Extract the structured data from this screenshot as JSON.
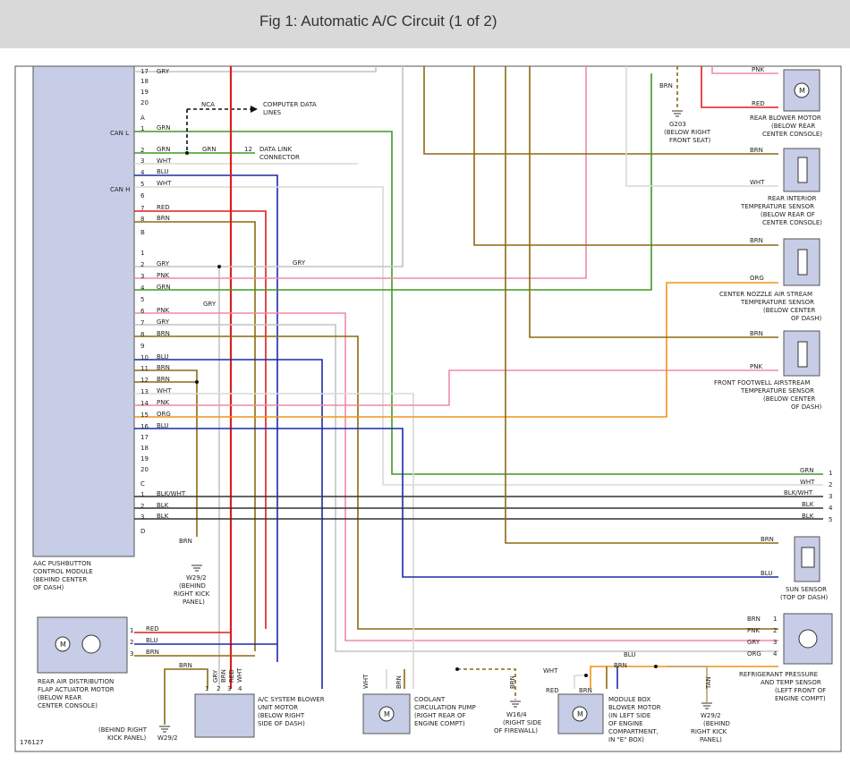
{
  "title": "Fig 1: Automatic A/C Circuit (1 of 2)",
  "figure_id": "176127",
  "colors": {
    "GRY": "#c4c4c4",
    "GRN": "#3f9a25",
    "WHT": "#d9d9d9",
    "BLU": "#1a2aa8",
    "RED": "#dd1e1e",
    "BRN": "#8b6a10",
    "PNK": "#f08aa6",
    "ORG": "#f29418",
    "BLK": "#333333",
    "TAN": "#c4a064"
  },
  "modules": {
    "control_module": {
      "label": [
        "AAC PUSHBUTTON",
        "CONTROL MODULE",
        "(BEHIND CENTER",
        "OF DASH)"
      ],
      "can_l": "CAN L",
      "can_h": "CAN H"
    },
    "rear_blower": [
      "REAR BLOWER MOTOR",
      "(BELOW REAR",
      "CENTER CONSOLE)"
    ],
    "rear_interior_sensor": [
      "REAR INTERIOR",
      "TEMPERATURE SENSOR",
      "(BELOW REAR OF",
      "CENTER CONSOLE)"
    ],
    "center_nozzle_sensor": [
      "CENTER NOZZLE AIR STREAM",
      "TEMPERATURE SENSOR",
      "(BELOW CENTER",
      "OF DASH)"
    ],
    "front_footwell_sensor": [
      "FRONT FOOTWELL AIRSTREAM",
      "TEMPERATURE SENSOR",
      "(BELOW CENTER",
      "OF DASH)"
    ],
    "sun_sensor": [
      "SUN SENSOR",
      "(TOP OF DASH)"
    ],
    "refrigerant_sensor": [
      "REFRIGERANT PRESSURE",
      "AND TEMP SENSOR",
      "(LEFT FRONT OF",
      "ENGINE COMPT)"
    ],
    "rear_flap_motor": [
      "REAR AIR DISTRIBUTION",
      "FLAP ACTUATOR MOTOR",
      "(BELOW REAR",
      "CENTER CONSOLE)"
    ],
    "blower_unit": [
      "A/C SYSTEM BLOWER",
      "UNIT MOTOR",
      "(BELOW RIGHT",
      "SIDE OF DASH)"
    ],
    "coolant_pump": [
      "COOLANT",
      "CIRCULATION PUMP",
      "(RIGHT REAR OF",
      "ENGINE COMPT)"
    ],
    "module_box_blower": [
      "MODULE BOX",
      "BLOWER MOTOR",
      "(IN LEFT SIDE",
      "OF ENGINE",
      "COMPARTMENT,",
      "IN \"E\" BOX)"
    ],
    "computer_lines": [
      "COMPUTER DATA",
      "LINES"
    ],
    "nca": "NCA",
    "data_link": [
      "DATA LINK",
      "CONNECTOR"
    ],
    "data_link_pin": "12"
  },
  "grounds": {
    "g203": [
      "G203",
      "(BELOW RIGHT",
      "FRONT SEAT)"
    ],
    "w29_module": [
      "W29/2",
      "(BEHIND",
      "RIGHT KICK",
      "PANEL)"
    ],
    "w29_flap": [
      "(BEHIND RIGHT",
      "KICK PANEL)",
      "W29/2"
    ],
    "w16": [
      "W16/4",
      "(RIGHT SIDE",
      "OF FIREWALL)"
    ],
    "w29_tan": [
      "W29/2",
      "(BEHIND",
      "RIGHT KICK",
      "PANEL)"
    ]
  },
  "connectors": {
    "A": "A",
    "B": "B",
    "C": "C",
    "D": "D"
  },
  "pins_top": [
    {
      "pin": "17",
      "wire": "GRY"
    },
    {
      "pin": "18",
      "wire": ""
    },
    {
      "pin": "19",
      "wire": ""
    },
    {
      "pin": "20",
      "wire": ""
    }
  ],
  "pins_a": [
    {
      "pin": "1",
      "wire": "GRN"
    },
    {
      "pin": "2",
      "wire": "GRN"
    },
    {
      "pin": "3",
      "wire": "WHT"
    },
    {
      "pin": "4",
      "wire": "BLU"
    },
    {
      "pin": "5",
      "wire": "WHT"
    },
    {
      "pin": "6",
      "wire": ""
    },
    {
      "pin": "7",
      "wire": "RED"
    },
    {
      "pin": "8",
      "wire": "BRN"
    }
  ],
  "pins_b": [
    {
      "pin": "1",
      "wire": ""
    },
    {
      "pin": "2",
      "wire": "GRY"
    },
    {
      "pin": "3",
      "wire": "PNK"
    },
    {
      "pin": "4",
      "wire": "GRN"
    },
    {
      "pin": "5",
      "wire": ""
    },
    {
      "pin": "6",
      "wire": "PNK"
    },
    {
      "pin": "7",
      "wire": "GRY"
    },
    {
      "pin": "8",
      "wire": "BRN"
    },
    {
      "pin": "9",
      "wire": ""
    },
    {
      "pin": "10",
      "wire": "BLU"
    },
    {
      "pin": "11",
      "wire": "BRN"
    },
    {
      "pin": "12",
      "wire": "BRN"
    },
    {
      "pin": "13",
      "wire": "WHT"
    },
    {
      "pin": "14",
      "wire": "PNK"
    },
    {
      "pin": "15",
      "wire": "ORG"
    },
    {
      "pin": "16",
      "wire": "BLU"
    },
    {
      "pin": "17",
      "wire": ""
    },
    {
      "pin": "18",
      "wire": ""
    },
    {
      "pin": "19",
      "wire": ""
    },
    {
      "pin": "20",
      "wire": ""
    }
  ],
  "pins_c": [
    {
      "pin": "1",
      "wire": "BLK/WHT"
    },
    {
      "pin": "2",
      "wire": "BLK"
    },
    {
      "pin": "3",
      "wire": "BLK"
    }
  ],
  "right_bus": [
    {
      "pin": "1",
      "wire": "GRN"
    },
    {
      "pin": "2",
      "wire": "WHT"
    },
    {
      "pin": "3",
      "wire": "BLK/WHT"
    },
    {
      "pin": "4",
      "wire": "BLK"
    },
    {
      "pin": "5",
      "wire": "BLK"
    }
  ],
  "misc_labels": {
    "grn_dl": "GRN",
    "gry_b2": "GRY",
    "gry_down": "GRY",
    "pnk_rb": "PNK",
    "red_rb": "RED",
    "brn_g203": "BRN",
    "brn_ri": "BRN",
    "wht_ri": "WHT",
    "brn_cn": "BRN",
    "org_cn": "ORG",
    "brn_ff": "BRN",
    "pnk_ff": "PNK",
    "brn_sun": "BRN",
    "blu_sun": "BLU",
    "brn_mod_gnd": "BRN",
    "ref": [
      {
        "wire": "BRN",
        "pin": "1"
      },
      {
        "wire": "PNK",
        "pin": "2"
      },
      {
        "wire": "GRY",
        "pin": "3"
      },
      {
        "wire": "ORG",
        "pin": "4"
      }
    ],
    "flap": [
      {
        "pin": "1",
        "wire": "RED"
      },
      {
        "pin": "2",
        "wire": "BLU"
      },
      {
        "pin": "3",
        "wire": "BRN"
      }
    ],
    "brn_flap_gnd": "BRN",
    "blower_pins": [
      "1",
      "2",
      "3",
      "4"
    ],
    "blower_wires": [
      "GRY",
      "BRN",
      "RED",
      "WHT"
    ],
    "cp_wires": [
      "WHT",
      "BRN"
    ],
    "cp_gnd": "BRN",
    "mb_blu": "BLU",
    "mb_wht": "WHT",
    "mb_brn": "BRN",
    "mb_red": "RED",
    "mb_brn2": "BRN",
    "tan": "TAN"
  }
}
